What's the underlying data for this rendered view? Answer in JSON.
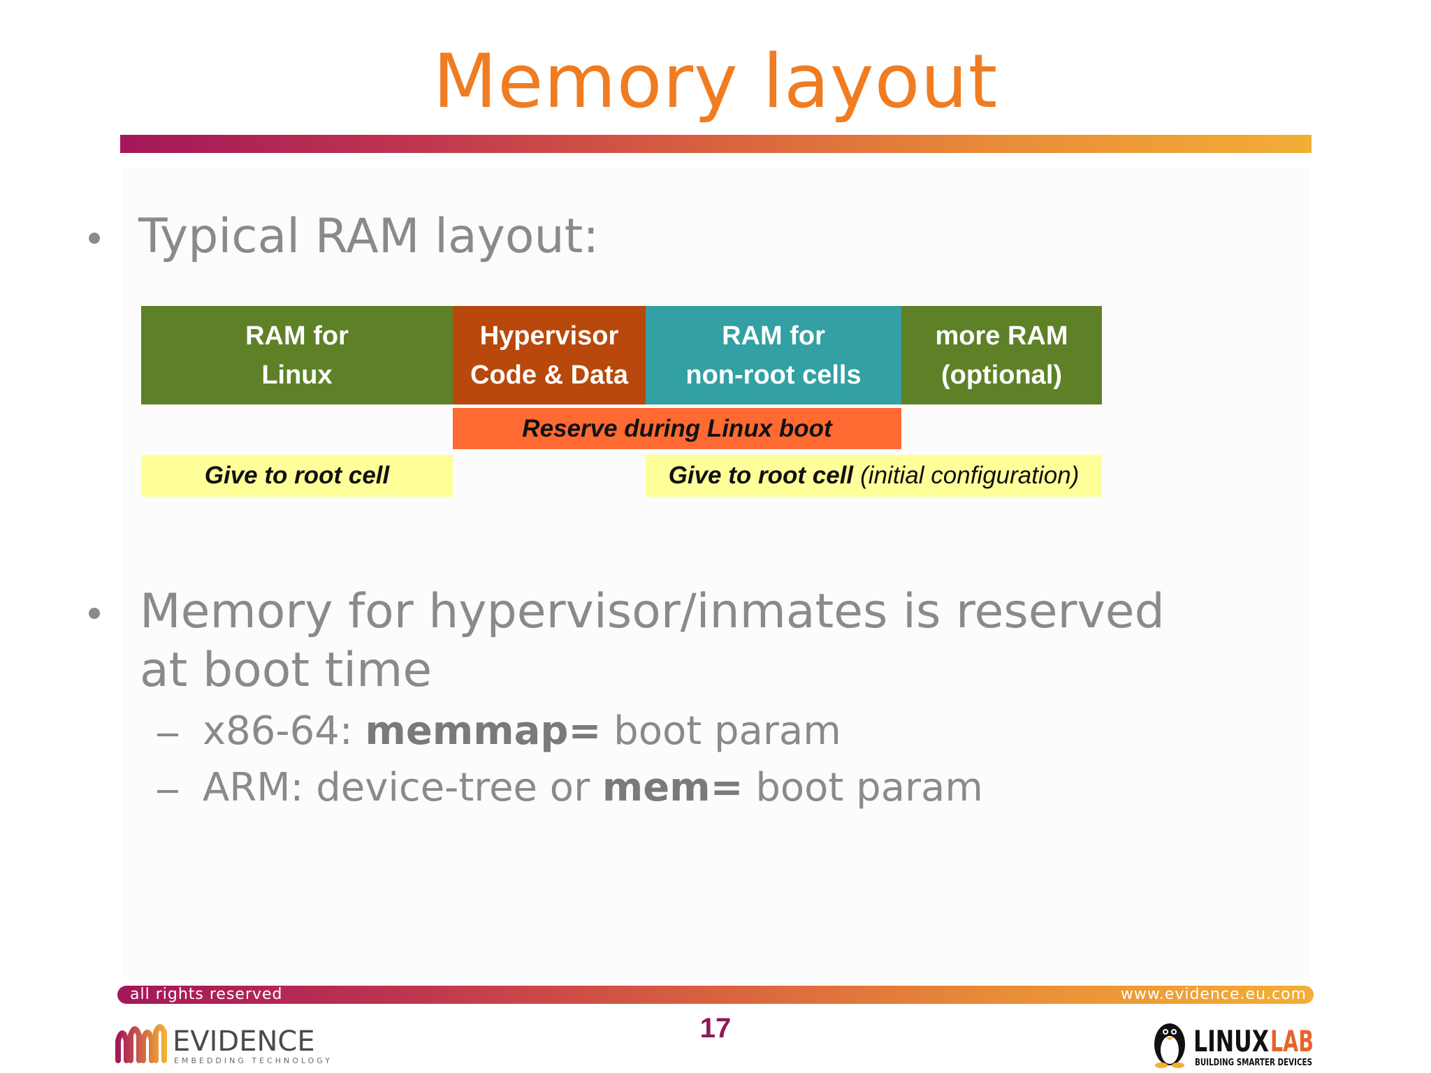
{
  "slide": {
    "title": "Memory layout",
    "bullet1": "Typical RAM layout:",
    "bullet2_line1": "Memory for hypervisor/inmates is reserved",
    "bullet2_line2": "at boot time",
    "sub1": {
      "prefix": "x86-64: ",
      "bold": "memmap=",
      "suffix": " boot param"
    },
    "sub2": {
      "prefix": "ARM: device-tree or ",
      "bold": "mem=",
      "suffix": " boot param"
    }
  },
  "diagram": {
    "blocks": [
      {
        "label": "RAM for\nLinux",
        "color": "#5e8128"
      },
      {
        "label": "Hypervisor\nCode & Data",
        "color": "#b8480b"
      },
      {
        "label": "RAM for\nnon-root cells",
        "color": "#33a0a3"
      },
      {
        "label": "more RAM\n(optional)",
        "color": "#5e8128"
      }
    ],
    "reserve_band": {
      "label": "Reserve during Linux boot",
      "color": "#ff6a33"
    },
    "root_band_left": {
      "label": "Give to root cell",
      "color": "#ffff99"
    },
    "root_band_right": {
      "label": "Give to root cell",
      "note": "(initial configuration)",
      "color": "#ffff99"
    }
  },
  "footer": {
    "rights": "all rights reserved",
    "url": "www.evidence.eu.com",
    "page_number": "17",
    "logo_left_text": "EVIDENCE",
    "logo_left_tagline": "EMBEDDING TECHNOLOGY",
    "logo_right_text_a": "LINUX",
    "logo_right_text_b": "LAB",
    "logo_right_tagline": "BUILDING SMARTER DEVICES"
  },
  "colors": {
    "title": "#f07c22",
    "bullet_text": "#8a8a8a",
    "page_number": "#8b1a59",
    "gradient_start": "#a3175a",
    "gradient_end": "#f3ae36"
  }
}
